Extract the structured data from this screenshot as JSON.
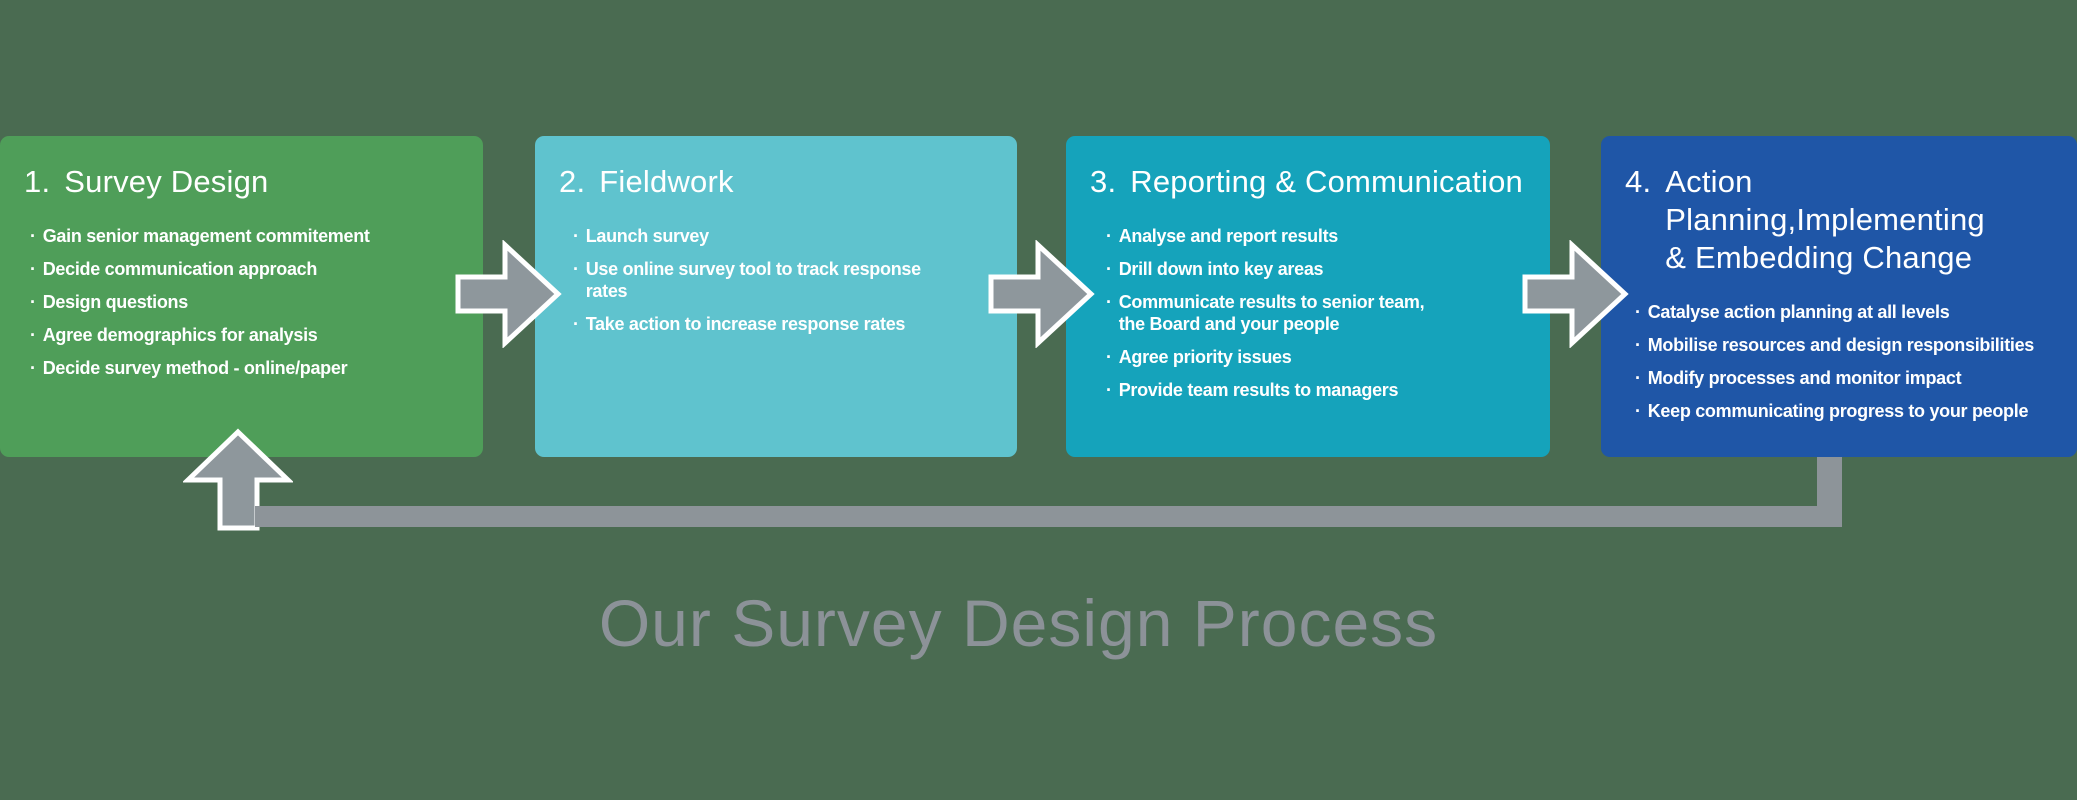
{
  "background_color": "#4a6b51",
  "title": {
    "text": "Our Survey Design Process",
    "color": "#8c9298"
  },
  "bullet_marker": "·",
  "boxes": [
    {
      "number_label": "1.",
      "heading": "Survey Design",
      "color": "#4f9e59",
      "bullets": [
        "Gain senior management commitement",
        "Decide communication approach",
        "Design questions",
        "Agree demographics for analysis",
        "Decide survey method - online/paper"
      ]
    },
    {
      "number_label": "2.",
      "heading": "Fieldwork",
      "color": "#5fc3ce",
      "bullets": [
        "Launch survey",
        "Use online survey tool to track response\nrates",
        "Take action to increase response rates"
      ]
    },
    {
      "number_label": "3.",
      "heading": "Reporting & Communication",
      "color": "#15a3bb",
      "bullets": [
        "Analyse and report results",
        "Drill down into key areas",
        "Communicate results to senior team,\nthe Board and your people",
        "Agree priority issues",
        "Provide team results to managers"
      ]
    },
    {
      "number_label": "4.",
      "heading": "Action Planning,Implementing\n& Embedding Change",
      "color": "#1f56a7",
      "bullets": [
        "Catalyse action planning at all levels",
        "Mobilise resources and design responsibilities",
        "Modify processes and monitor impact",
        "Keep communicating progress to your people"
      ]
    }
  ],
  "connectors": {
    "arrow_fill": "#8e979c",
    "arrow_outline": "#ffffff",
    "loop_color": "#8d9499"
  }
}
